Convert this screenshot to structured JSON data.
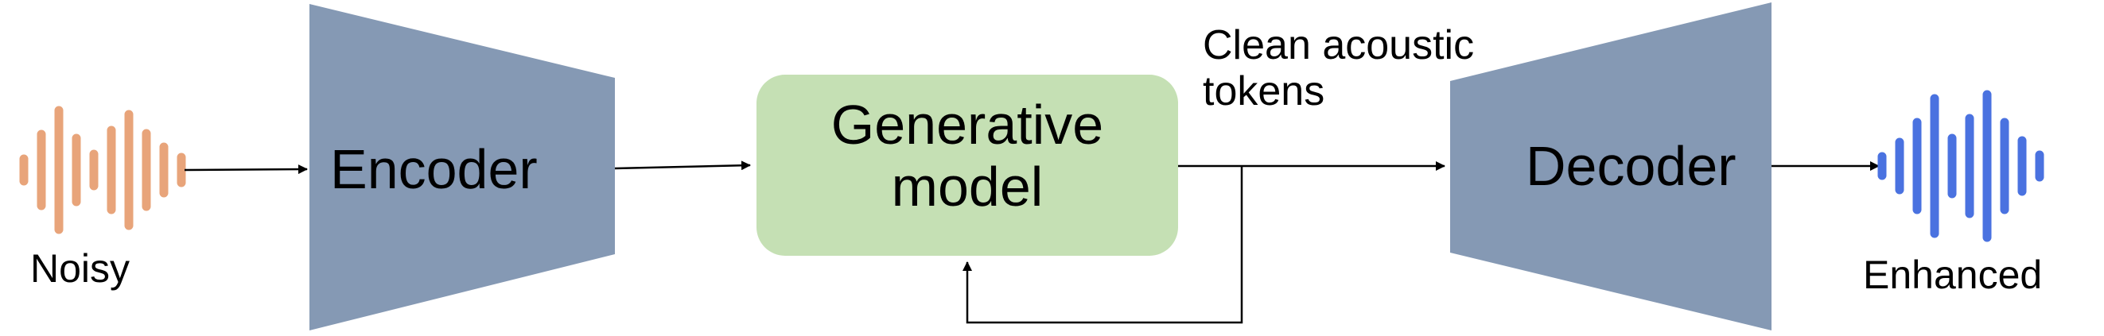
{
  "diagram": {
    "input_label": "Noisy",
    "encoder_label": "Encoder",
    "model_label_line1": "Generative",
    "model_label_line2": "model",
    "tokens_label_line1": "Clean acoustic",
    "tokens_label_line2": "tokens",
    "decoder_label": "Decoder",
    "output_label": "Enhanced"
  },
  "colors": {
    "input_waveform": "#e8a47a",
    "output_waveform": "#4a72e0",
    "encoder_decoder": "#8599b4",
    "model_box": "#c5e0b4",
    "arrows": "#000000"
  },
  "icons": {
    "input": "waveform-icon",
    "output": "waveform-icon"
  }
}
